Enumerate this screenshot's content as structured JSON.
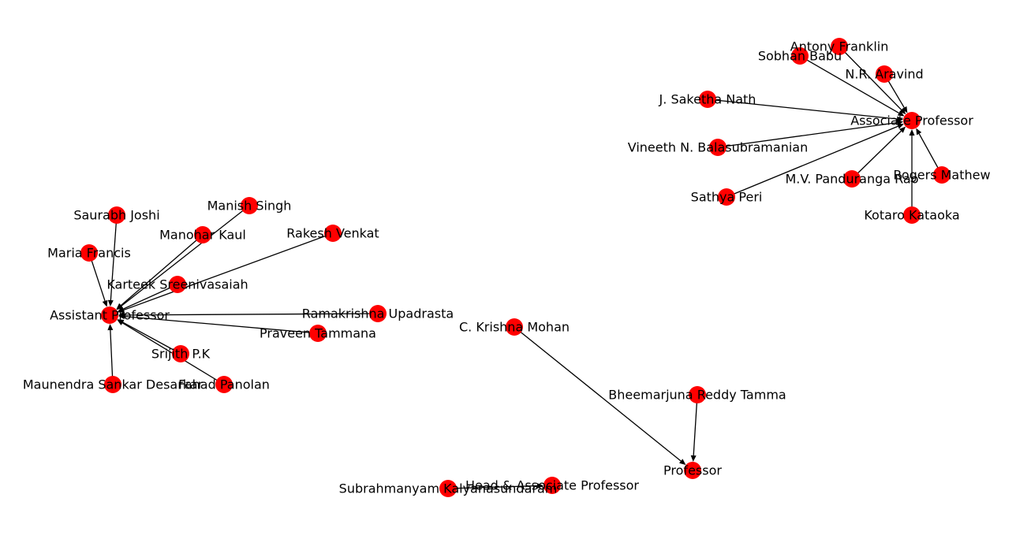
{
  "colors": {
    "node": "#ff0000",
    "edge": "#000000",
    "label": "#000000",
    "background": "#ffffff"
  },
  "graph": {
    "nodes": [
      {
        "id": "assistant_professor",
        "label": "Assistant Professor"
      },
      {
        "id": "associate_professor",
        "label": "Associate Professor"
      },
      {
        "id": "professor",
        "label": "Professor"
      },
      {
        "id": "head_associate_professor",
        "label": "Head & Associate Professor"
      },
      {
        "id": "saurabh_joshi",
        "label": "Saurabh Joshi"
      },
      {
        "id": "manish_singh",
        "label": "Manish Singh"
      },
      {
        "id": "manohar_kaul",
        "label": "Manohar Kaul"
      },
      {
        "id": "rakesh_venkat",
        "label": "Rakesh Venkat"
      },
      {
        "id": "maria_francis",
        "label": "Maria Francis"
      },
      {
        "id": "karteek_sreenivasaiah",
        "label": "Karteek Sreenivasaiah"
      },
      {
        "id": "ramakrishna_upadrasta",
        "label": "Ramakrishna Upadrasta"
      },
      {
        "id": "praveen_tammana",
        "label": "Praveen Tammana"
      },
      {
        "id": "srijith_pk",
        "label": "Srijith P.K"
      },
      {
        "id": "maunendra_sankar_desarkar",
        "label": "Maunendra Sankar Desarkar"
      },
      {
        "id": "fahad_panolan",
        "label": "Fahad Panolan"
      },
      {
        "id": "antony_franklin",
        "label": "Antony Franklin"
      },
      {
        "id": "sobhan_babu",
        "label": "Sobhan Babu"
      },
      {
        "id": "nr_aravind",
        "label": "N.R. Aravind"
      },
      {
        "id": "j_saketha_nath",
        "label": "J. Saketha Nath"
      },
      {
        "id": "vineeth_n_balasubramanian",
        "label": "Vineeth N. Balasubramanian"
      },
      {
        "id": "rogers_mathew",
        "label": "Rogers Mathew"
      },
      {
        "id": "mv_panduranga_rao",
        "label": "M.V. Panduranga Rao"
      },
      {
        "id": "sathya_peri",
        "label": "Sathya Peri"
      },
      {
        "id": "kotaro_kataoka",
        "label": "Kotaro Kataoka"
      },
      {
        "id": "c_krishna_mohan",
        "label": "C. Krishna Mohan"
      },
      {
        "id": "bheemarjuna_reddy_tamma",
        "label": "Bheemarjuna Reddy Tamma"
      },
      {
        "id": "subrahmanyam_kalyanasundaram",
        "label": "Subrahmanyam Kalyanasundaram"
      }
    ],
    "edges": [
      {
        "source": "saurabh_joshi",
        "target": "assistant_professor"
      },
      {
        "source": "manish_singh",
        "target": "assistant_professor"
      },
      {
        "source": "manohar_kaul",
        "target": "assistant_professor"
      },
      {
        "source": "rakesh_venkat",
        "target": "assistant_professor"
      },
      {
        "source": "maria_francis",
        "target": "assistant_professor"
      },
      {
        "source": "karteek_sreenivasaiah",
        "target": "assistant_professor"
      },
      {
        "source": "ramakrishna_upadrasta",
        "target": "assistant_professor"
      },
      {
        "source": "praveen_tammana",
        "target": "assistant_professor"
      },
      {
        "source": "srijith_pk",
        "target": "assistant_professor"
      },
      {
        "source": "maunendra_sankar_desarkar",
        "target": "assistant_professor"
      },
      {
        "source": "fahad_panolan",
        "target": "assistant_professor"
      },
      {
        "source": "antony_franklin",
        "target": "associate_professor"
      },
      {
        "source": "sobhan_babu",
        "target": "associate_professor"
      },
      {
        "source": "nr_aravind",
        "target": "associate_professor"
      },
      {
        "source": "j_saketha_nath",
        "target": "associate_professor"
      },
      {
        "source": "vineeth_n_balasubramanian",
        "target": "associate_professor"
      },
      {
        "source": "rogers_mathew",
        "target": "associate_professor"
      },
      {
        "source": "mv_panduranga_rao",
        "target": "associate_professor"
      },
      {
        "source": "sathya_peri",
        "target": "associate_professor"
      },
      {
        "source": "kotaro_kataoka",
        "target": "associate_professor"
      },
      {
        "source": "c_krishna_mohan",
        "target": "professor"
      },
      {
        "source": "bheemarjuna_reddy_tamma",
        "target": "professor"
      },
      {
        "source": "subrahmanyam_kalyanasundaram",
        "target": "head_associate_professor"
      }
    ]
  }
}
